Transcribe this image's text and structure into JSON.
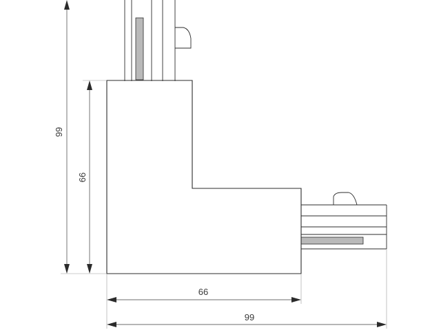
{
  "dimensions": {
    "total_height": "99",
    "inner_height": "66",
    "inner_width": "66",
    "total_width": "99"
  }
}
